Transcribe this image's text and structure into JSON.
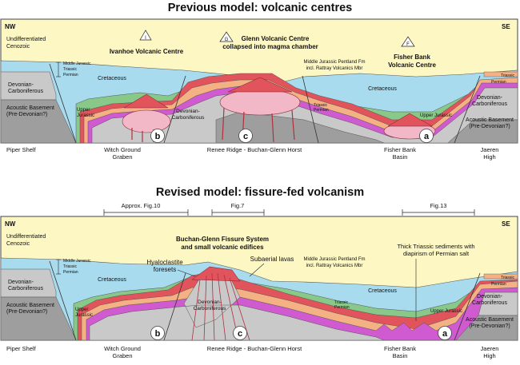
{
  "top": {
    "title": "Previous model: volcanic centres",
    "nw": "NW",
    "se": "SE",
    "undiff_1": "Undifferentiated",
    "undiff_2": "Cenozoic",
    "strat_1": "Middle Jurassic",
    "strat_2": "Triassic",
    "strat_3": "Permian",
    "devonian_l_1": "Devonian-",
    "devonian_l_2": "Carboniferous",
    "acoustic_l_1": "Acoustic Basement",
    "acoustic_l_2": "(Pre-Devonian?)",
    "marker_i": "I",
    "ivanhoe": "Ivanhoe Volcanic Centre",
    "marker_g": "G",
    "glenn_1": "Glenn Volcanic Centre",
    "glenn_2": "collapsed into magma chamber",
    "marker_f": "F",
    "fisher_1": "Fisher Bank",
    "fisher_2": "Volcanic Centre",
    "pentland_1": "Middle Jurassic Pentland Fm",
    "pentland_2": "incl. Rattray Volcanics Mbr",
    "cretaceous_l": "Cretaceous",
    "cretaceous_r": "Cretaceous",
    "upper_jur_l_1": "Upper",
    "upper_jur_l_2": "Jurassic",
    "upper_jur_r": "Upper Jurassic",
    "devonian_m_1": "Devonian-",
    "devonian_m_2": "Carboniferous",
    "triassic_m": "Triassic",
    "permian_m": "Permian",
    "triassic_r": "Triassic",
    "permian_r": "Permian",
    "devonian_r_1": "Devonian-",
    "devonian_r_2": "Carboniferous",
    "acoustic_r_1": "Acoustic Basement",
    "acoustic_r_2": "(Pre-Devonian?)",
    "circle_b": "b",
    "circle_c": "c",
    "circle_a": "a",
    "piper": "Piper Shelf",
    "witch_1": "Witch Ground",
    "witch_2": "Graben",
    "renee": "Renee Ridge - Buchan-Glenn Horst",
    "fbb_1": "Fisher Bank",
    "fbb_2": "Basin",
    "jaeren_1": "Jaeren",
    "jaeren_2": "High"
  },
  "bottom": {
    "title": "Revised model: fissure-fed volcanism",
    "fig10": "Approx. Fig.10",
    "fig7": "Fig.7",
    "fig13": "Fig.13",
    "nw": "NW",
    "se": "SE",
    "undiff_1": "Undifferentiated",
    "undiff_2": "Cenozoic",
    "strat_1": "Middle Jurassic",
    "strat_2": "Triassic",
    "strat_3": "Permian",
    "devonian_l_1": "Devonian-",
    "devonian_l_2": "Carboniferous",
    "acoustic_l_1": "Acoustic Basement",
    "acoustic_l_2": "(Pre-Devonian?)",
    "buchan_1": "Buchan-Glenn Fissure System",
    "buchan_2": "and small volcanic edifices",
    "hyalo_1": "Hyaloclastite",
    "hyalo_2": "foresets",
    "subaerial": "Subaerial lavas",
    "pentland_1": "Middle Jurassic Pentland Fm",
    "pentland_2": "incl. Rattray Volcanics Mbr",
    "thick_1": "Thick Triassic sediments with",
    "thick_2": "diapirism of Permian salt",
    "cretaceous_l": "Cretaceous",
    "cretaceous_r": "Cretaceous",
    "upper_jur_l_1": "Upper",
    "upper_jur_l_2": "Jurassic",
    "upper_jur_r": "Upper Jurassic",
    "devonian_m_1": "Devonian-",
    "devonian_m_2": "Carboniferous",
    "triassic_m": "Triassic",
    "permian_m": "Permian",
    "triassic_r": "Triassic",
    "permian_r": "Permian",
    "devonian_r_1": "Devonian-",
    "devonian_r_2": "Carboniferous",
    "acoustic_r_1": "Acoustic Basement",
    "acoustic_r_2": "(Pre-Devonian?)",
    "circle_b": "b",
    "circle_c": "c",
    "circle_a": "a",
    "piper": "Piper Shelf",
    "witch_1": "Witch Ground",
    "witch_2": "Graben",
    "renee": "Renee Ridge - Buchan-Glenn Horst",
    "fbb_1": "Fisher Bank",
    "fbb_2": "Basin",
    "jaeren_1": "Jaeren",
    "jaeren_2": "High"
  },
  "colors": {
    "cenozoic": "#fdf7c4",
    "cretaceous": "#a8dbee",
    "upper_jurassic": "#88c98a",
    "middle_jurassic": "#e2545c",
    "triassic": "#f4b183",
    "permian": "#d05ad0",
    "devonian": "#c9c9c9",
    "basement": "#9e9e9e",
    "magma": "#f2b8c8"
  }
}
